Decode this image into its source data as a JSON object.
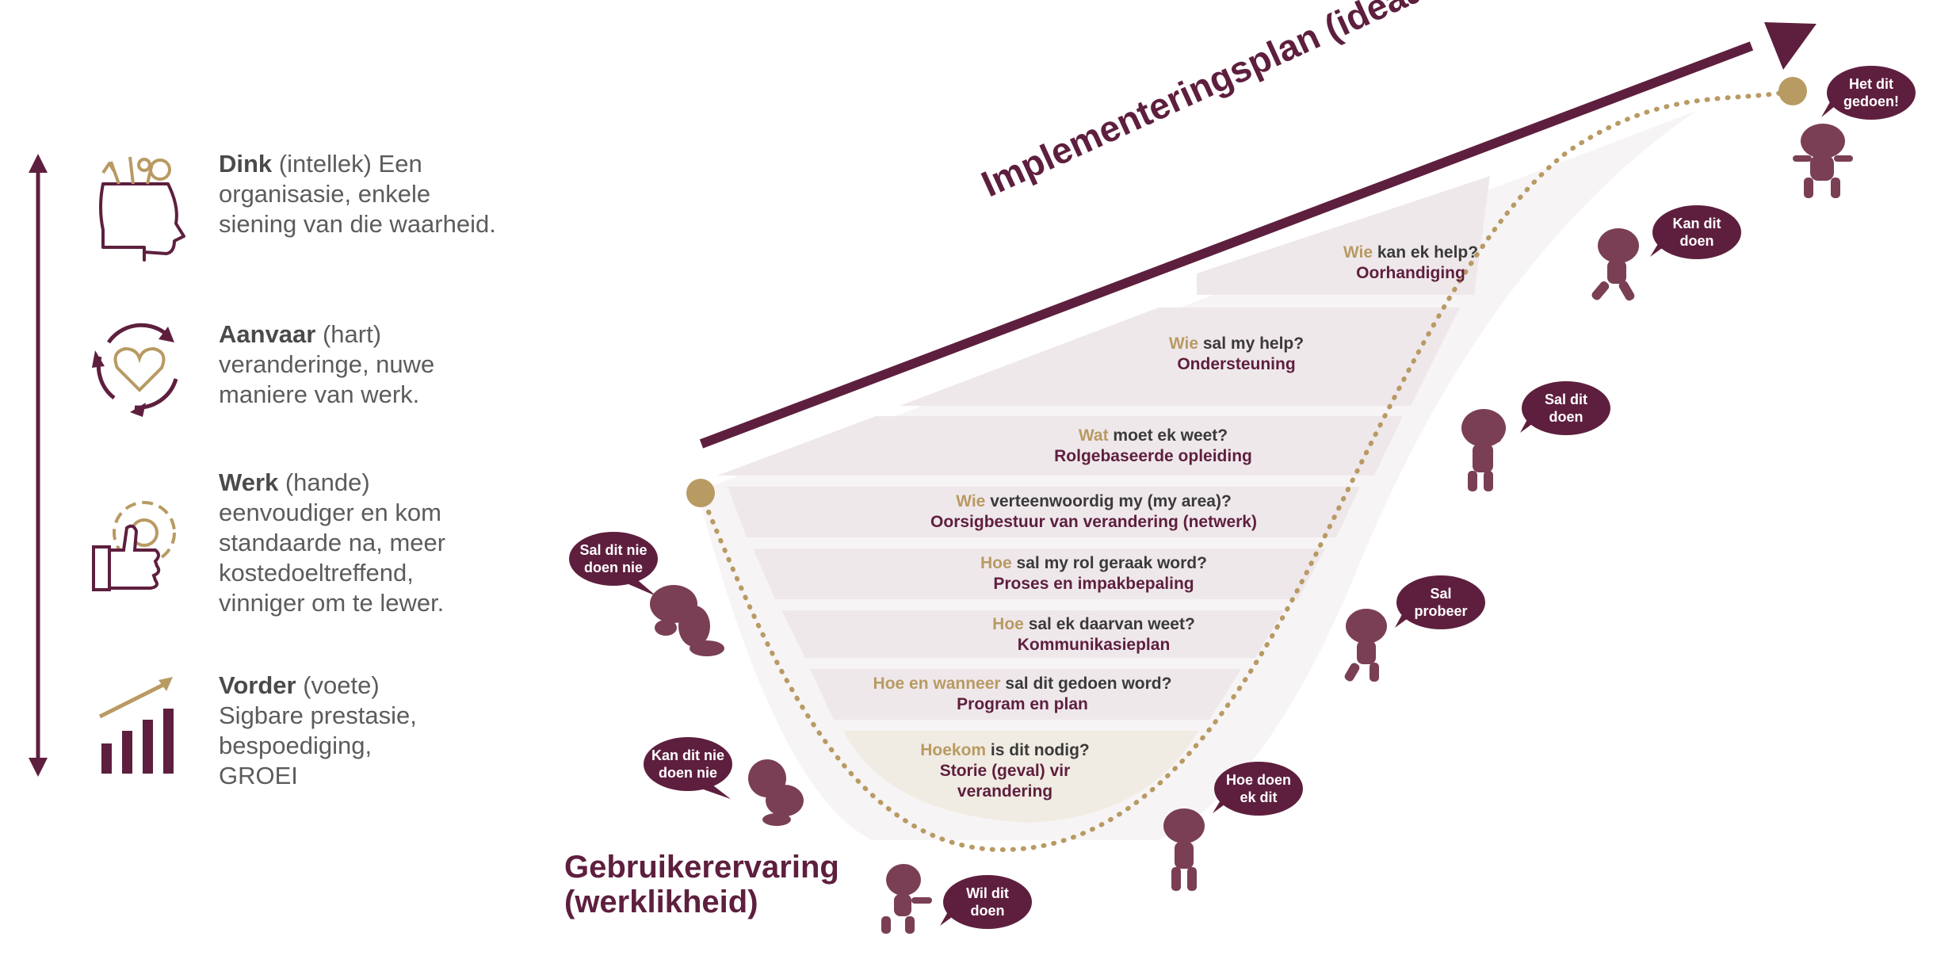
{
  "colors": {
    "maroon": "#5e1f3e",
    "gold": "#b89a63",
    "step_fill": "#efe8eb",
    "step_fill_bottom": "#f1ece3",
    "text_gray": "#5c5c5c"
  },
  "left_column": [
    {
      "icon": "head-ideas-icon",
      "keyword": "Dink",
      "rest": " (intellek) Een organisasie, enkele siening van die waarheid."
    },
    {
      "icon": "heart-cycle-icon",
      "keyword": "Aanvaar",
      "rest": " (hart) veranderinge, nuwe maniere van werk."
    },
    {
      "icon": "thumbs-up-gear-icon",
      "keyword": "Werk",
      "rest": " (hande) eenvoudiger en kom standaarde na, meer kostedoeltreffend, vinniger om te lewer."
    },
    {
      "icon": "growth-chart-icon",
      "keyword": "Vorder",
      "rest": " (voete) Sigbare prestasie, bespoediging, GROEI"
    }
  ],
  "titles": {
    "ideal": "Implementeringsplan (ideaal)",
    "reality_line1": "Gebruikerervaring",
    "reality_line2": "(werklikheid)"
  },
  "steps": [
    {
      "hl": "Wie",
      "q": " kan ek help?",
      "a": "Oorhandiging"
    },
    {
      "hl": "Wie",
      "q": " sal my help?",
      "a": "Ondersteuning"
    },
    {
      "hl": "Wat",
      "q": " moet ek weet?",
      "a": "Rolgebaseerde opleiding"
    },
    {
      "hl": "Wie",
      "q": " verteenwoordig my (my area)?",
      "a": "Oorsigbestuur van verandering (netwerk)"
    },
    {
      "hl": "Hoe",
      "q": " sal my rol geraak word?",
      "a": "Proses en impakbepaling"
    },
    {
      "hl": "Hoe",
      "q": " sal ek daarvan weet?",
      "a": "Kommunikasieplan"
    },
    {
      "hl": "Hoe en wanneer",
      "q": " sal dit gedoen word?",
      "a": "Program en plan"
    },
    {
      "hl": "Hoekom",
      "q": " is dit nodig?",
      "a": "Storie (geval) vir",
      "a2": "verandering"
    }
  ],
  "bubbles": [
    {
      "l1": "Sal dit nie",
      "l2": "doen nie"
    },
    {
      "l1": "Kan dit nie",
      "l2": "doen nie"
    },
    {
      "l1": "Wil dit",
      "l2": "doen"
    },
    {
      "l1": "Hoe doen",
      "l2": "ek dit"
    },
    {
      "l1": "Sal",
      "l2": "probeer"
    },
    {
      "l1": "Sal dit",
      "l2": "doen"
    },
    {
      "l1": "Kan dit",
      "l2": "doen"
    },
    {
      "l1": "Het dit",
      "l2": "gedoen!"
    }
  ]
}
